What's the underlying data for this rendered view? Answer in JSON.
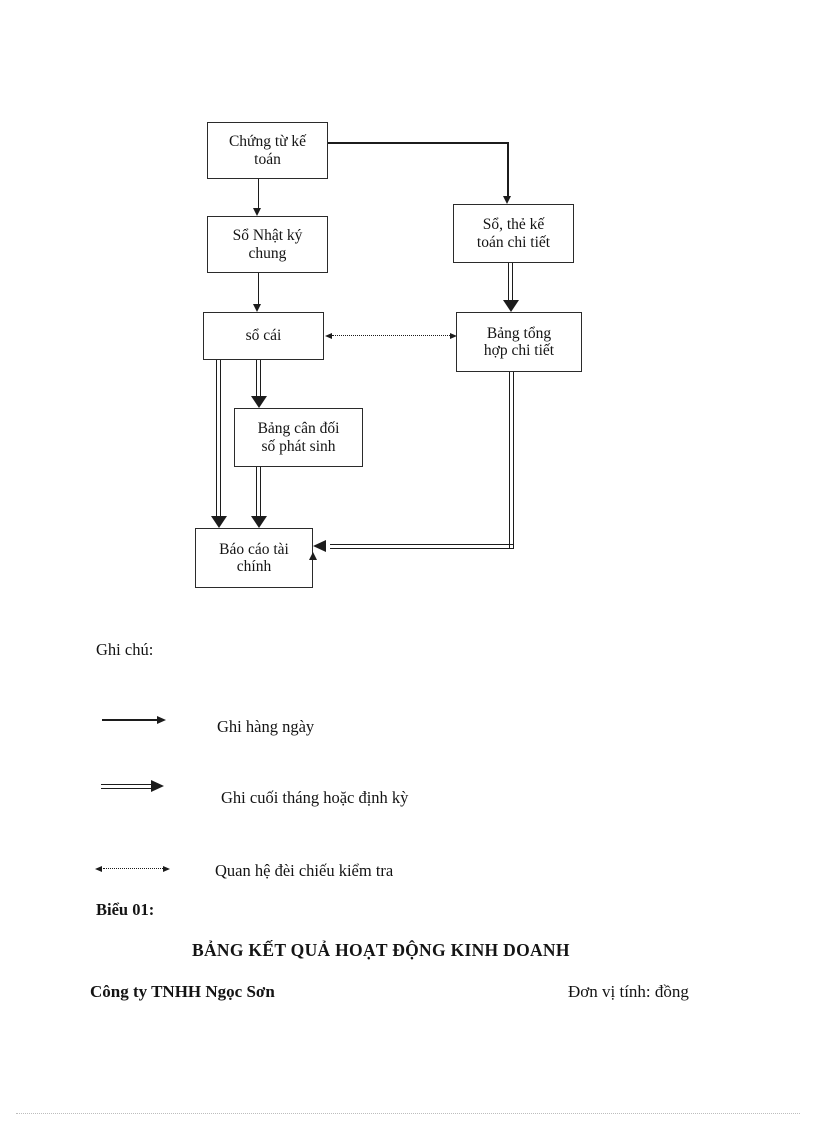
{
  "flowchart": {
    "boxes": [
      {
        "id": "chung-tu-ke-toan",
        "label": "Chứng từ kế toán"
      },
      {
        "id": "so-nhat-ky-chung",
        "label": "Sổ Nhật ký chung"
      },
      {
        "id": "so-the-ke-toan-chi-tiet",
        "label": "Sổ, thẻ kế toán chi tiết"
      },
      {
        "id": "so-cai",
        "label": "sổ cái"
      },
      {
        "id": "bang-tong-hop-chi-tiet",
        "label": "Bảng tổng hợp chi tiết"
      },
      {
        "id": "bang-can-doi-so-phat-sinh",
        "label": "Bảng cân đối số phát sinh"
      },
      {
        "id": "bao-cao-tai-chinh",
        "label": "Báo cáo tài chính"
      }
    ]
  },
  "legend": {
    "title": "Ghi chú:",
    "items": [
      {
        "symbol": "single-arrow",
        "label": "Ghi hàng ngày"
      },
      {
        "symbol": "double-arrow",
        "label": "Ghi cuối tháng hoặc định kỳ"
      },
      {
        "symbol": "dotted-double-arrow",
        "label": "Quan hệ đèi chiếu kiểm tra"
      }
    ]
  },
  "footer": {
    "figure_label": "Biểu 01:",
    "report_title": "BẢNG KẾT QUẢ HOẠT ĐỘNG KINH DOANH",
    "company": "Công ty TNHH Ngọc Sơn",
    "unit_note": "Đơn vị tính: đồng"
  },
  "colors": {
    "ink": "#1c1c1c",
    "page_background": "#ffffff",
    "bottom_divider": "#bdbdbd"
  }
}
